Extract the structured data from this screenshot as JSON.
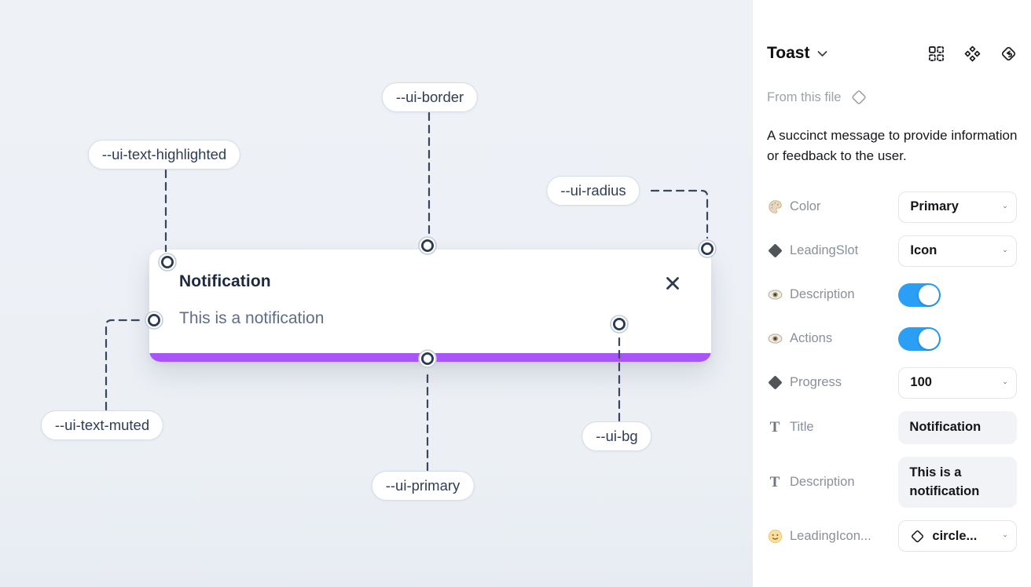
{
  "canvas": {
    "annotations": {
      "border": "--ui-border",
      "text_highlighted": "--ui-text-highlighted",
      "radius": "--ui-radius",
      "text_muted": "--ui-text-muted",
      "primary": "--ui-primary",
      "bg": "--ui-bg"
    },
    "toast": {
      "title": "Notification",
      "description": "This is a notification"
    }
  },
  "panel": {
    "title": "Toast",
    "source_label": "From this file",
    "description": "A succinct message to provide information or feedback to the user.",
    "toolbar_icons": [
      "apply-grid-icon",
      "component-icon",
      "return-arrow-icon"
    ],
    "rows": [
      {
        "icon": "palette-icon",
        "label": "Color",
        "control": "dropdown",
        "value": "Primary"
      },
      {
        "icon": "diamond-icon",
        "label": "LeadingSlot",
        "control": "dropdown",
        "value": "Icon"
      },
      {
        "icon": "eye-icon",
        "label": "Description",
        "control": "toggle",
        "value": "on"
      },
      {
        "icon": "eye-icon",
        "label": "Actions",
        "control": "toggle",
        "value": "on"
      },
      {
        "icon": "diamond-icon",
        "label": "Progress",
        "control": "dropdown",
        "value": "100"
      },
      {
        "icon": "text-icon",
        "label": "Title",
        "control": "text",
        "value": "Notification"
      },
      {
        "icon": "text-icon",
        "label": "Description",
        "control": "text",
        "value": "This is a notification"
      },
      {
        "icon": "smiley-icon",
        "label": "LeadingIcon...",
        "control": "dropdown-icon",
        "value": "circle..."
      }
    ]
  },
  "colors": {
    "progress_purple": "#A855F7",
    "toggle_on_blue": "#2B9FF6",
    "canvas_bg": "#EDF1F6",
    "annotation_line": "#3A4660"
  }
}
